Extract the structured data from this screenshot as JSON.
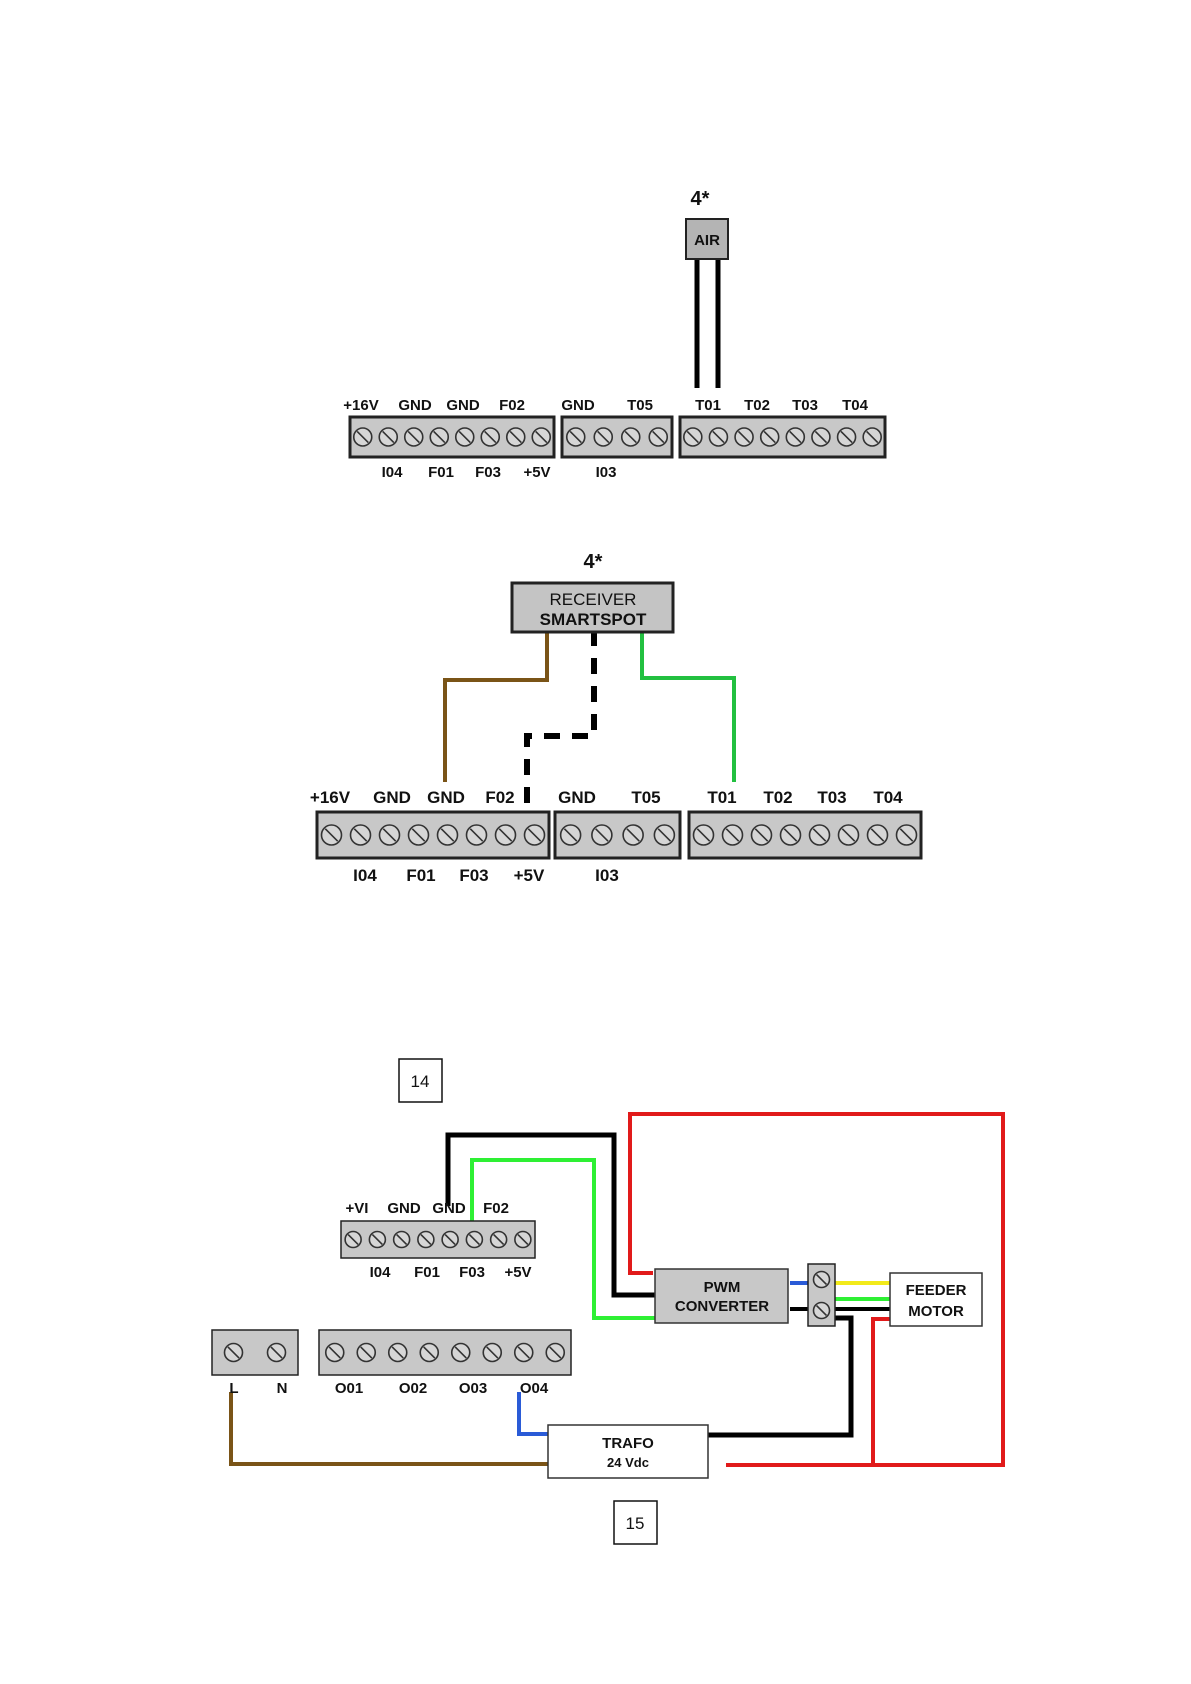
{
  "diagram1": {
    "mark": "4*",
    "device": "AIR",
    "top_labels": [
      "+16V",
      "GND",
      "GND",
      "F02",
      "GND",
      "T05",
      "T01",
      "T02",
      "T03",
      "T04"
    ],
    "bottom_labels": [
      "I04",
      "F01",
      "F03",
      "+5V",
      "I03"
    ]
  },
  "diagram2": {
    "mark": "4*",
    "device_line1": "RECEIVER",
    "device_line2": "SMARTSPOT",
    "top_labels": [
      "+16V",
      "GND",
      "GND",
      "F02",
      "GND",
      "T05",
      "T01",
      "T02",
      "T03",
      "T04"
    ],
    "bottom_labels": [
      "I04",
      "F01",
      "F03",
      "+5V",
      "I03"
    ]
  },
  "diagram3": {
    "tag_top": "14",
    "tag_bottom": "15",
    "top_labels": [
      "+VI",
      "GND",
      "GND",
      "F02"
    ],
    "bottom_labels": [
      "I04",
      "F01",
      "F03",
      "+5V"
    ],
    "power_labels": [
      "L",
      "N"
    ],
    "output_labels": [
      "O01",
      "O02",
      "O03",
      "O04"
    ],
    "pwm_line1": "PWM",
    "pwm_line2": "CONVERTER",
    "feeder_line1": "FEEDER",
    "feeder_line2": "MOTOR",
    "trafo_line1": "TRAFO",
    "trafo_line2": "24 Vdc"
  },
  "colors": {
    "terminal_fill": "#c8c8c8",
    "wire_black": "#000000",
    "wire_brown": "#7a5417",
    "wire_green": "#22c040",
    "wire_green_bright": "#2ef034",
    "wire_red": "#e11a1a",
    "wire_blue": "#2a5bd7",
    "wire_yellow": "#f2ea1a"
  }
}
